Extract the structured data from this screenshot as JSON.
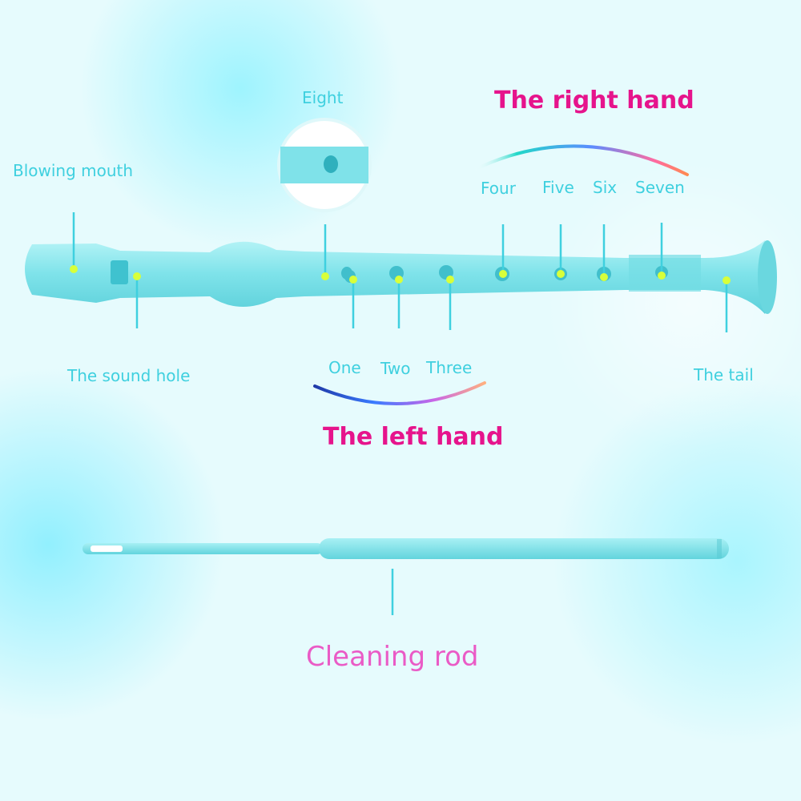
{
  "labels": {
    "blowing_mouth": "Blowing mouth",
    "sound_hole": "The sound hole",
    "eight": "Eight",
    "one": "One",
    "two": "Two",
    "three": "Three",
    "four": "Four",
    "five": "Five",
    "six": "Six",
    "seven": "Seven",
    "tail": "The tail",
    "right_hand": "The right hand",
    "left_hand": "The left hand",
    "cleaning_rod": "Cleaning rod"
  },
  "colors": {
    "recorder": "#8ee8ee",
    "label_text": "#3fd0df",
    "hand_title": "#e6148c",
    "rod_title": "#ea5bc6",
    "marker_dot": "#d8ff3a"
  }
}
